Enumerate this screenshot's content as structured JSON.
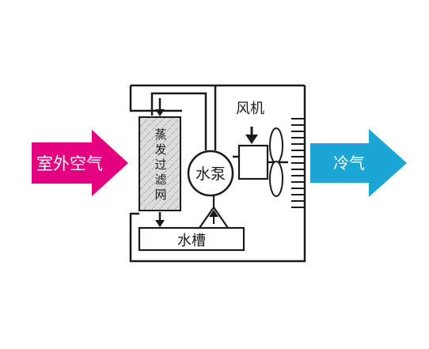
{
  "diagram": {
    "inlet_label": "室外空气",
    "outlet_label": "冷气",
    "filter_label": "蒸发过滤网",
    "pump_label": "水泵",
    "tank_label": "水槽",
    "fan_label": "风机"
  },
  "colors": {
    "inlet_arrow": "#e4007f",
    "outlet_arrow": "#1ba6d6",
    "line": "#1a1a1a",
    "filter_fill": "#dcdcdc",
    "arrow_text": "#ffffff"
  }
}
